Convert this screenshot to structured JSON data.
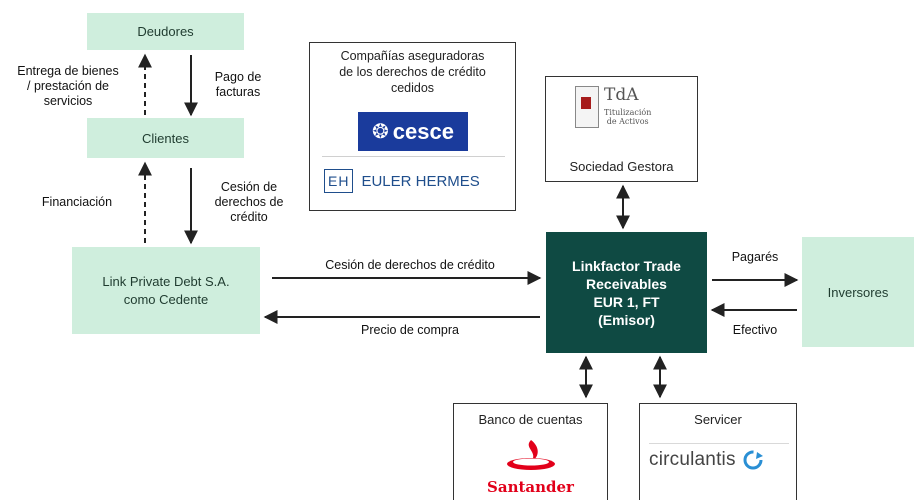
{
  "nodes": {
    "deudores": "Deudores",
    "clientes": "Clientes",
    "link_private": [
      "Link Private Debt S.A.",
      "como Cedente"
    ],
    "emisor": [
      "Linkfactor Trade",
      "Receivables",
      "EUR 1, FT",
      "(Emisor)"
    ],
    "inversores": "Inversores",
    "sociedad_gestora": "Sociedad Gestora",
    "aseguradoras": [
      "Compañías aseguradoras",
      "de los derechos de crédito",
      "cedidos"
    ],
    "banco": "Banco de cuentas",
    "servicer": "Servicer"
  },
  "edge_labels": {
    "entrega": [
      "Entrega de bienes",
      "/ prestación de",
      "servicios"
    ],
    "pago": [
      "Pago de",
      "facturas"
    ],
    "financiacion": "Financiación",
    "cesion_vertical": [
      "Cesión de",
      "derechos de",
      "crédito"
    ],
    "cesion_horizontal": "Cesión de derechos de crédito",
    "precio": "Precio de compra",
    "pagares": "Pagarés",
    "efectivo": "Efectivo"
  },
  "logos": {
    "tda_main": "TdA",
    "tda_sub": [
      "Titulización",
      "de Activos"
    ],
    "cesce": "cesce",
    "euler_mark": "EH",
    "euler": "EULER HERMES",
    "santander": "Santander",
    "circulantis": "circulantis"
  },
  "colors": {
    "light_green": "#cfeedd",
    "dark_teal": "#0f4a43",
    "cesce_blue": "#1a3b9c",
    "euler_blue": "#1f4e8c",
    "santander_red": "#e2001a",
    "circulantis_blue": "#2a8fd4"
  }
}
